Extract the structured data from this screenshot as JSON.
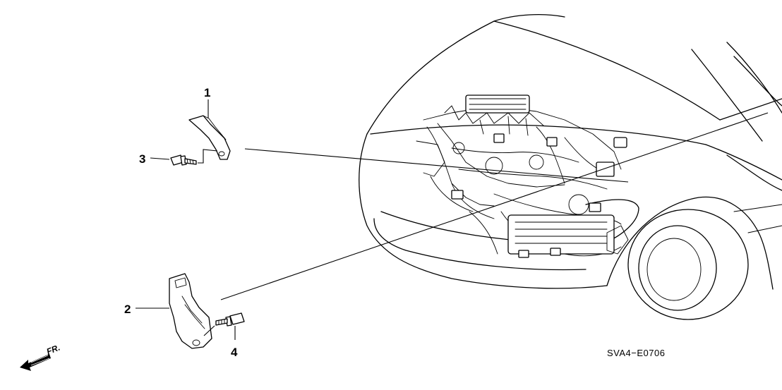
{
  "callouts": [
    {
      "id": "1",
      "part": "upper-bracket"
    },
    {
      "id": "2",
      "part": "lower-bracket"
    },
    {
      "id": "3",
      "part": "flange-bolt-upper"
    },
    {
      "id": "4",
      "part": "flange-bolt-lower"
    }
  ],
  "diagram_code": "SVA4−E0706",
  "front_indicator": {
    "label": "FR.",
    "icon": "front-direction-arrow-icon"
  }
}
